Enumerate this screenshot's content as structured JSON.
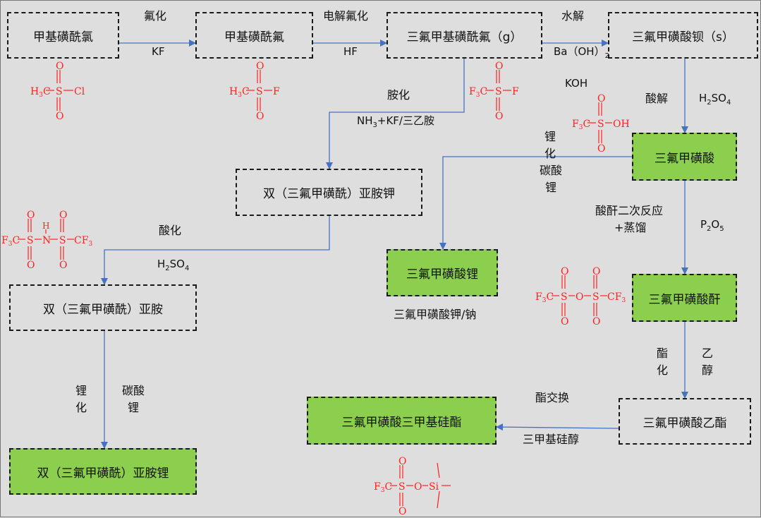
{
  "boxes": {
    "b1": "甲基磺酰氯",
    "b2": "甲基磺酰氟",
    "b3": "三氟甲基磺酰氟（g）",
    "b4": "三氟甲磺酸钡（s）",
    "b5": "三氟甲磺酸",
    "b6": "双（三氟甲磺酰）亚胺钾",
    "b7": "双（三氟甲磺酰）亚胺",
    "b8": "三氟甲磺酸锂",
    "b9": "三氟甲磺酸酐",
    "b10": "双（三氟甲磺酰）亚胺锂",
    "b11": "三氟甲磺酸三甲基硅酯",
    "b12": "三氟甲磺酸乙酯"
  },
  "labels": {
    "fluorination": "氟化",
    "kf": "KF",
    "electro": "电解氟化",
    "hf": "HF",
    "hydrolysis": "水解",
    "baoh2": "Ba（OH）",
    "baoh2_sub": "2",
    "koh": "KOH",
    "aminolysis": "胺化",
    "nh3kf_pre": "NH",
    "nh3kf_sub": "3",
    "nh3kf_post": "+KF/三乙胺",
    "acidolysis1": "酸解",
    "h2so4_1": "H",
    "h2so4_1_sub1": "2",
    "h2so4_1_mid": "SO",
    "h2so4_1_sub2": "4",
    "lithiation_right": "锂\n化",
    "li2co3_right": "碳酸\n锂",
    "acidification": "酸化",
    "h2so4_2": "H",
    "h2so4_2_sub1": "2",
    "h2so4_2_mid": "SO",
    "h2so4_2_sub2": "4",
    "anhydride_a": "酸酐二次反应",
    "anhydride_b": "+蒸馏",
    "p2o5_p": "P",
    "p2o5_s1": "2",
    "p2o5_o": "O",
    "p2o5_s2": "5",
    "k_na_salt": "三氟甲磺酸钾/钠",
    "lithiation_left": "锂\n化",
    "li2co3_left": "碳酸\n锂",
    "esterify_a": "酯\n化",
    "esterify_b": "乙\n醇",
    "transester": "酯交换",
    "trimethylsilanol": "三甲基硅醇"
  },
  "colors": {
    "background": "#dedede",
    "green_box": "#8ccf4f",
    "arrow": "#4472c4",
    "structure": "#ff2020"
  }
}
